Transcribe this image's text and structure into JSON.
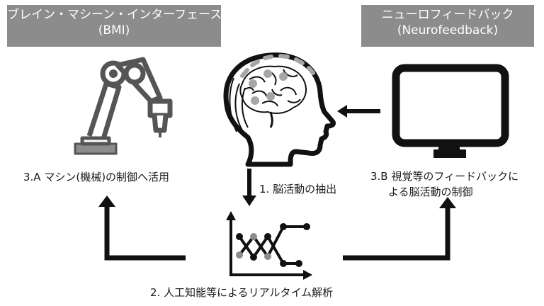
{
  "bmi": {
    "title_line1": "ブレイン・マシーン・インターフェース",
    "title_line2": "(BMI)",
    "label": "3.A マシン(機械)の制御へ活用"
  },
  "neurofeedback": {
    "title_line1": "ニューロフィードバック",
    "title_line2": "(Neurofeedback)",
    "label_line1": "3.B 視覚等のフィードバックに",
    "label_line2": "よる脳活動の制御"
  },
  "steps": {
    "extract": "1. 脳活動の抽出",
    "analysis": "2. 人工知能等によるリアルタイム解析"
  },
  "colors": {
    "title_bg": "#8c8c8c",
    "icon_dark": "#111111",
    "icon_gray": "#a6a6a6"
  },
  "icons": [
    "robot-arm-icon",
    "head-brain-eeg-icon",
    "monitor-icon",
    "line-chart-icon"
  ]
}
